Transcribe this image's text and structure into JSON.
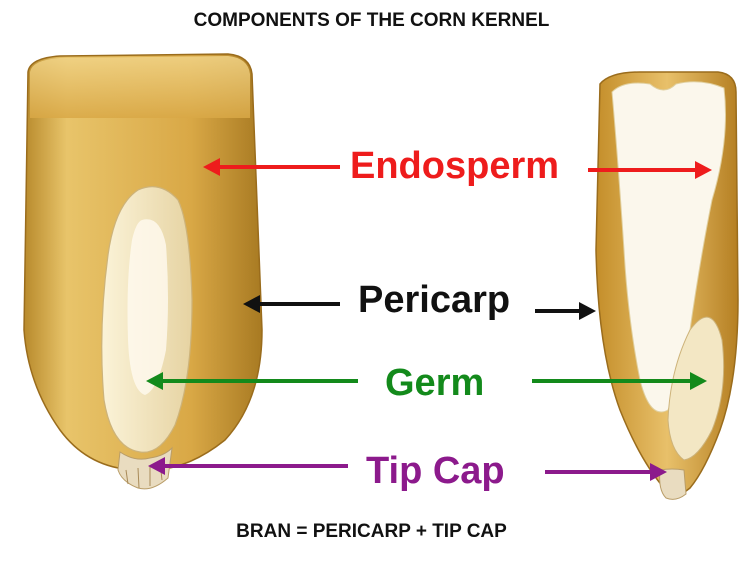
{
  "title": "COMPONENTS OF THE CORN KERNEL",
  "footer": "BRAN = PERICARP + TIP CAP",
  "labels": {
    "endosperm": {
      "text": "Endosperm",
      "color": "#ee1c1c"
    },
    "pericarp": {
      "text": "Pericarp",
      "color": "#111111"
    },
    "germ": {
      "text": "Germ",
      "color": "#138a1b"
    },
    "tip_cap": {
      "text": "Tip Cap",
      "color": "#8c1a8c"
    }
  },
  "colors": {
    "kernel_outer": "#e3b64c",
    "kernel_inner": "#c8942e",
    "germ_fill": "#f3e7c4",
    "endosperm_white": "#fbf7ec"
  }
}
